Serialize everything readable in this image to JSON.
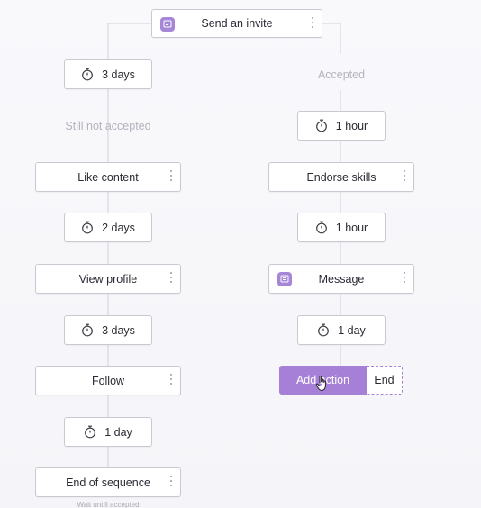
{
  "trigger": {
    "label": "Send an invite",
    "icon": "message-square-icon"
  },
  "left_branch": {
    "condition": "Still not accepted",
    "steps": [
      {
        "kind": "wait",
        "label": "3 days"
      },
      {
        "kind": "action",
        "label": "Like content"
      },
      {
        "kind": "wait",
        "label": "2 days"
      },
      {
        "kind": "action",
        "label": "View profile"
      },
      {
        "kind": "wait",
        "label": "3 days"
      },
      {
        "kind": "action",
        "label": "Follow"
      },
      {
        "kind": "wait",
        "label": "1 day"
      },
      {
        "kind": "action",
        "label": "End of sequence"
      }
    ],
    "footnote": "Wait untill accepted"
  },
  "right_branch": {
    "condition": "Accepted",
    "steps": [
      {
        "kind": "wait",
        "label": "1 hour"
      },
      {
        "kind": "action",
        "label": "Endorse skills"
      },
      {
        "kind": "wait",
        "label": "1 hour"
      },
      {
        "kind": "action",
        "label": "Message",
        "icon": "message-square-icon"
      },
      {
        "kind": "wait",
        "label": "1 day"
      }
    ]
  },
  "controls": {
    "add_action": "Add action",
    "end": "End"
  },
  "colors": {
    "accent": "#a680d6",
    "border": "#c9c9d2",
    "muted_text": "#b3b3bf"
  }
}
